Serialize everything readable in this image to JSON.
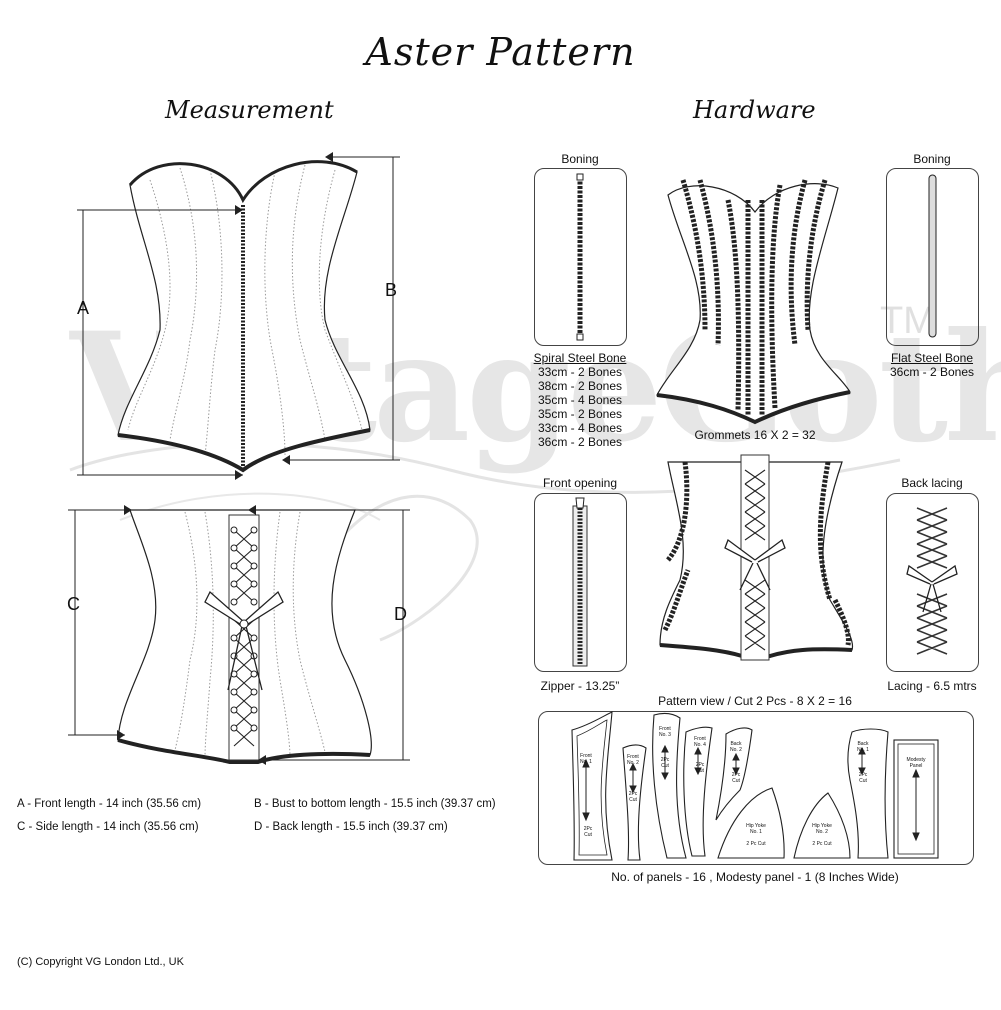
{
  "title": "Aster Pattern",
  "sections": {
    "measurement": "Measurement",
    "hardware": "Hardware"
  },
  "watermark": "VirtageGoth",
  "watermark_tm": "TM",
  "dimension_labels": {
    "a": "A",
    "b": "B",
    "c": "C",
    "d": "D"
  },
  "measurements": {
    "a": "A - Front length - 14 inch (35.56 cm)",
    "b": "B - Bust to bottom length - 15.5 inch (39.37 cm)",
    "c": "C - Side length - 14 inch (35.56 cm)",
    "d": "D - Back length - 15.5 inch (39.37 cm)"
  },
  "hardware": {
    "boning_left_heading": "Boning",
    "spiral_title": "Spiral Steel Bone",
    "spiral_list": [
      "33cm - 2 Bones",
      "38cm - 2 Bones",
      "35cm - 4 Bones",
      "35cm - 2 Bones",
      "33cm - 4 Bones",
      "36cm - 2 Bones"
    ],
    "boning_right_heading": "Boning",
    "flat_title": "Flat Steel Bone",
    "flat_qty": "36cm - 2 Bones",
    "grommets": "Grommets 16 X 2 = 32",
    "front_opening_heading": "Front opening",
    "zipper": "Zipper - 13.25”",
    "back_lacing_heading": "Back lacing",
    "lacing": "Lacing - 6.5 mtrs"
  },
  "pattern": {
    "heading": "Pattern view  /  Cut 2 Pcs - 8 X 2 = 16",
    "pieces": {
      "front1": [
        "Front",
        "No. 1",
        "2Pc",
        "Cut"
      ],
      "front2": [
        "Front",
        "No. 2",
        "2Pc",
        "Cut"
      ],
      "front3": [
        "Front",
        "No. 3",
        "2Pc",
        "Cut"
      ],
      "front4": [
        "Front",
        "No. 4",
        "2Pc",
        "Cut"
      ],
      "back2": [
        "Back",
        "No. 2",
        "2Pc",
        "Cut"
      ],
      "hip1": [
        "Hip Yoke",
        "No. 1",
        "2 Pc Cut"
      ],
      "hip2": [
        "Hip Yoke",
        "No. 2",
        "2 Pc Cut"
      ],
      "back1": [
        "Back",
        "No. 1",
        "2Pc",
        "Cut"
      ],
      "modesty": [
        "Modesty",
        "Panel"
      ]
    },
    "footer": "No. of panels - 16  , Modesty panel - 1 (8 Inches Wide)"
  },
  "copyright": "(C) Copyright VG London Ltd., UK"
}
